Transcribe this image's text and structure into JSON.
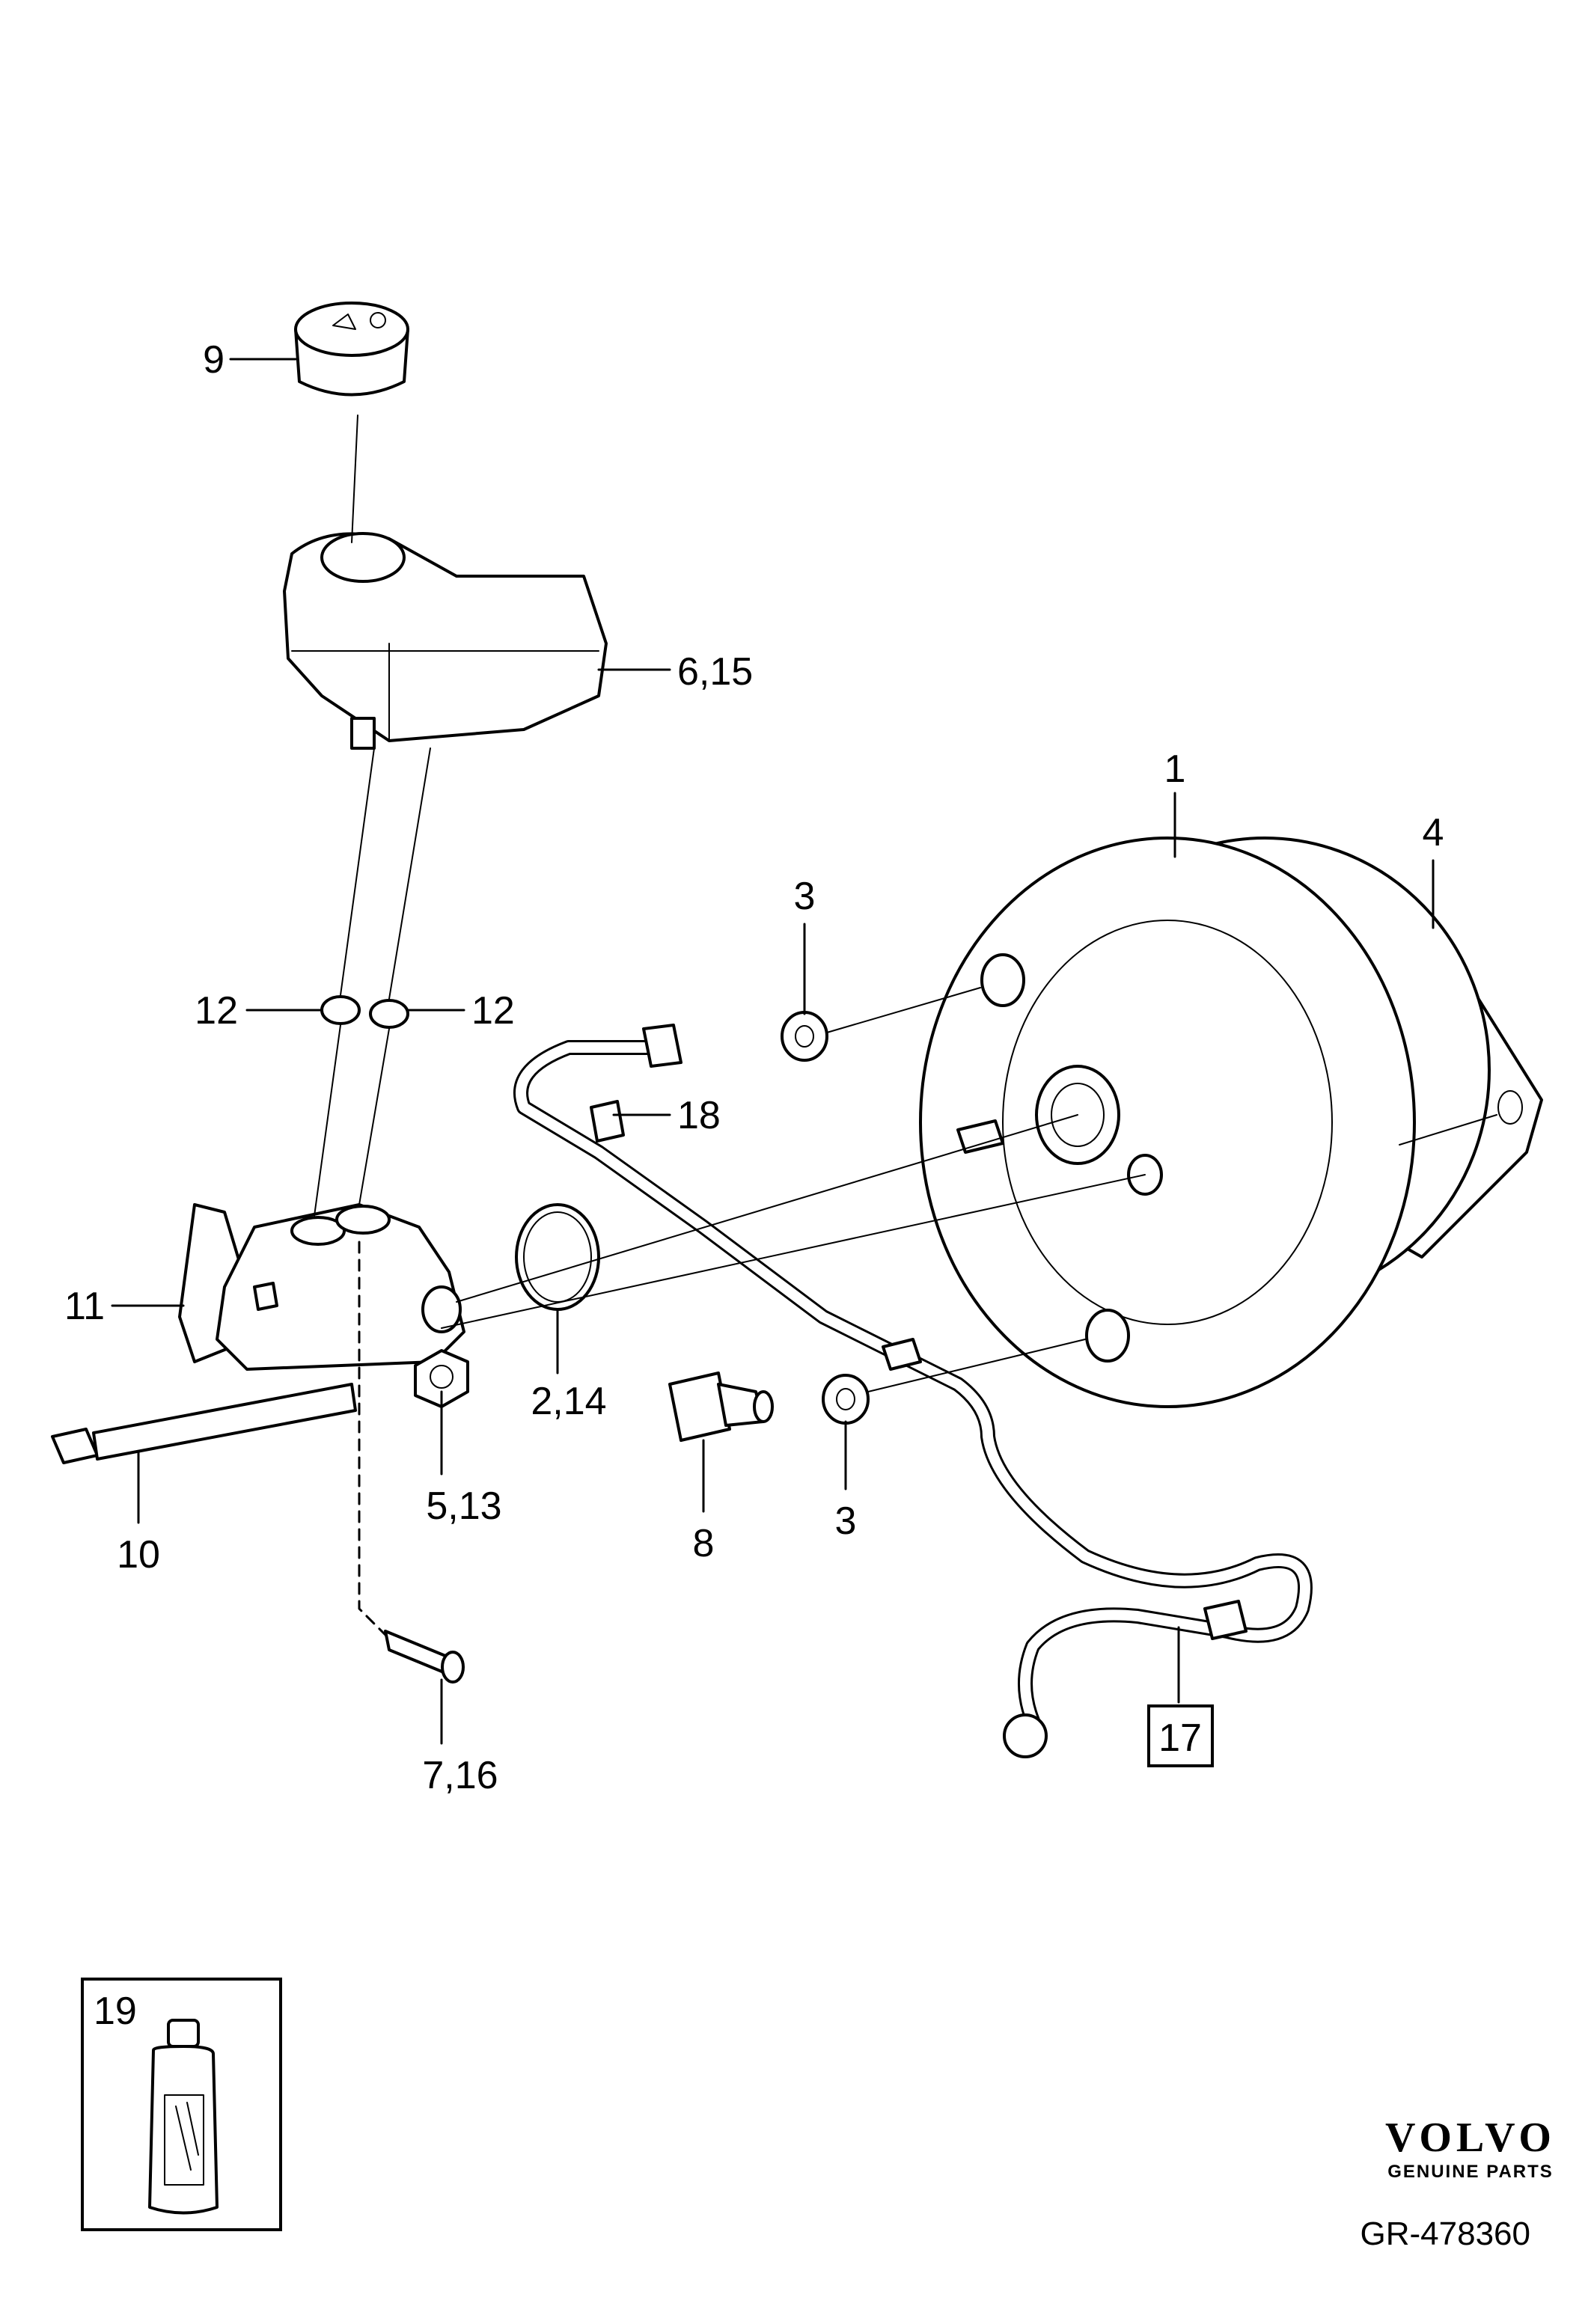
{
  "callouts": {
    "c1": "1",
    "c2_14": "2,14",
    "c3_top": "3",
    "c3_bottom": "3",
    "c4": "4",
    "c5_13": "5,13",
    "c6_15": "6,15",
    "c7_16": "7,16",
    "c8": "8",
    "c9": "9",
    "c10": "10",
    "c11": "11",
    "c12_left": "12",
    "c12_right": "12",
    "c17": "17",
    "c18": "18",
    "c19": "19"
  },
  "branding": {
    "logo_text": "VOLVO",
    "tagline": "GENUINE PARTS",
    "drawing_ref": "GR-478360"
  }
}
